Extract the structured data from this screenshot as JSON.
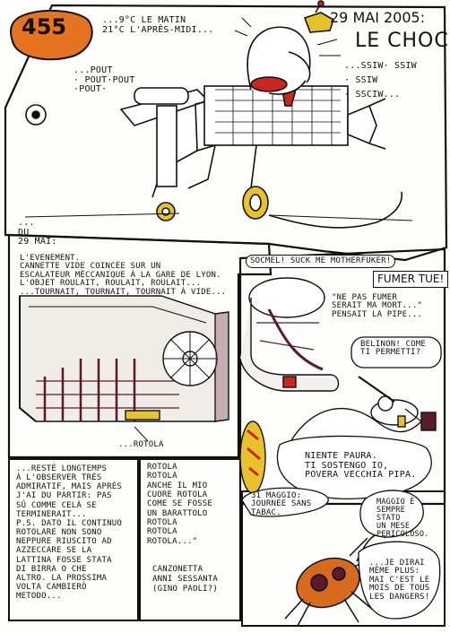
{
  "header": {
    "number": "455",
    "temperature": "...9°C LE MATIN\n21°C L'APRÈS-MIDI...",
    "date": "29 MAI 2005:",
    "title": "LE CHOC"
  },
  "panel1": {
    "sound_pout": "...POUT\n· POUT·POUT\n·POUT·",
    "sound_ssiw": "...SSIW· SSIW\n· SSIW\n· SSCIW..."
  },
  "panel2": {
    "date": "...\nDU\n29 MAI:",
    "caption": "L'EVENEMENT.\nCANNETTE VIDE COINCÉE SUR UN\nESCALATEUR MÉCCANIQUE À LA GARE DE LYON.\nL'OBJET ROULAIT, ROULAIT, ROULAIT...\n...TOURNAIT, TOURNAIT, TOURNAIT À VIDE...",
    "rotola": "...ROTOLA"
  },
  "panel3": {
    "socmel": "SOCMEL! SUCK ME MOTHERFUKER!",
    "fumer_tue": "FUMER TUE!",
    "pipe_thought": "\"NE PAS FUMER\nSERAIT MA MORT...\"\nPENSAIT LA PIPE...",
    "belinon": "BELINON! COME\nTI PERMETTI?",
    "niente": "NIENTE PAURA.\nTI SOSTENGO IO,\nPOVERA VECCHIA PIPA."
  },
  "panel4": {
    "text": "...RESTÉ LONGTEMPS\nÀ L'OBSERVER TRÈS\nADMIRATIF, MAIS APRÈS\nJ'AI DU PARTIR: PAS\nSÛ COMME CELÀ SE\nTERMINERAIT...\nP.S. DATO IL CONTINUO\nROTOLARE NON SONO\nNEPPURE RIUSCITO AD\nAZZECCARE SE LA\nLATTINA FOSSE STATA\nDI BIRRA O CHE\nALTRO. LA PROSSIMA\nVOLTA CAMBIERÒ\nMETODO..."
  },
  "panel5": {
    "song": "ROTOLA\nROTOLA\nANCHE IL MIO\nCUORE ROTOLA\nCOME SE FOSSE\nUN BARATTOLO\nROTOLA\nROTOLA\nROTOLA...\"",
    "credit": "CANZONETTA\nANNI SESSANTA\n(GINO PAOLI?)"
  },
  "panel6": {
    "maggio31": "31 MAGGIO:\nJOURNÉE SANS\nTABAC.",
    "maggio": "MAGGIO È\nSEMPRE\nSTATO\nUN MESE\nPERICOLOSO.",
    "dirai": "...JE DIRAI\nMÊME PLUS:\nMAI C'EST LE\nMOIS DE TOUS\nLES DANGERS!"
  },
  "colors": {
    "ink": "#111111",
    "badge": "#e5731f",
    "insect": "#d66a1e",
    "yellow": "#e8c22a",
    "red": "#c8261e",
    "burgundy": "#5a1b2a"
  }
}
